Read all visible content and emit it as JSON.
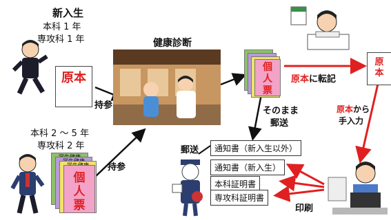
{
  "groups": {
    "new_students": {
      "title": "新入生",
      "line1": "本科 1 年",
      "line2": "専攻科 1 年"
    },
    "continuing": {
      "line1": "本科 2 〜 5 年",
      "line2": "専攻科 2 年"
    }
  },
  "health_check_title": "健康診断",
  "original_doc": "原本",
  "personal_ticket": "個人票",
  "stack_label": "学生健康",
  "bring_label": "持参",
  "mail_as_is": {
    "line1": "そのまま",
    "line2": "郵送"
  },
  "mail_label": "郵送",
  "transcribe": {
    "prefix": "原本",
    "suffix": "に転記"
  },
  "manual_input": {
    "prefix": "原本",
    "suffix": "から",
    "line2": "手入力"
  },
  "print_label": "印刷",
  "notices": {
    "notice_continuing": "通知書（新入生以外）",
    "notice_new": "通知書（新入生）",
    "main_cert": "本科証明書",
    "adv_cert": "専攻科証明書"
  },
  "colors": {
    "red": "#e02020",
    "arrow_black": "#111111",
    "card_green": "#8ec06a",
    "card_purple": "#b99ad8",
    "card_yellow": "#f1e36a",
    "card_pink": "#f3a2c8"
  }
}
